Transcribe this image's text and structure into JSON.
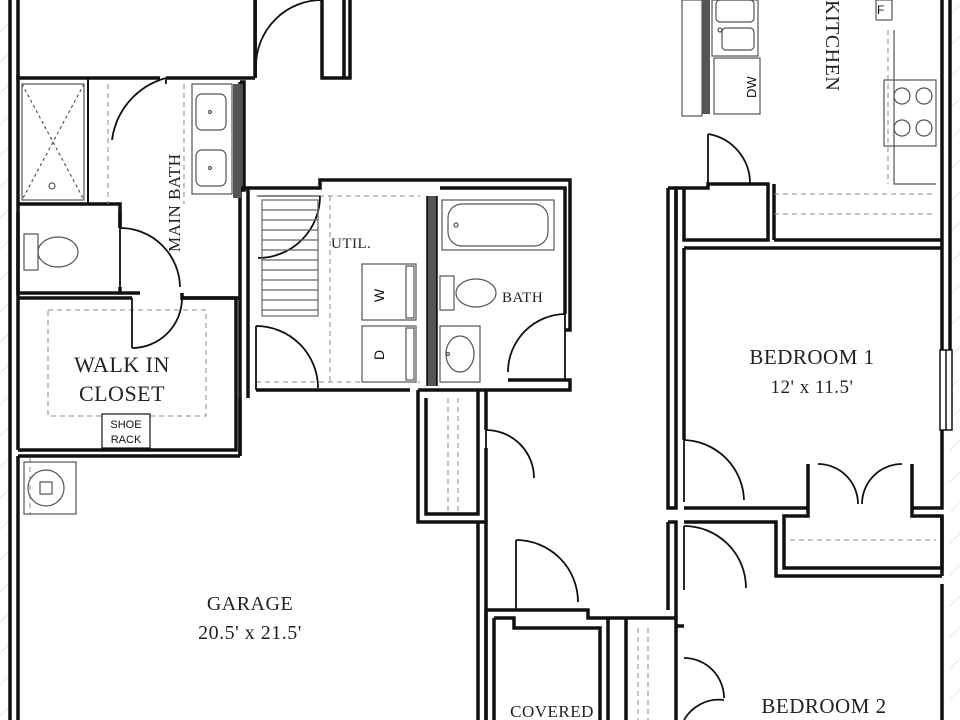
{
  "labels": {
    "main_bath": "MAIN BATH",
    "util": "UTIL.",
    "bath": "BATH",
    "washer": "W",
    "dryer": "D",
    "dishwasher": "DW",
    "kitchen": "KITCHEN",
    "fridge": "F",
    "walk_in_closet_line1": "WALK IN",
    "walk_in_closet_line2": "CLOSET",
    "shoe_rack_line1": "SHOE",
    "shoe_rack_line2": "RACK",
    "bedroom1_name": "BEDROOM 1",
    "bedroom1_size": "12' x 11.5'",
    "garage_name": "GARAGE",
    "garage_size": "20.5' x 21.5'",
    "covered": "COVERED",
    "bedroom2_name": "BEDROOM 2"
  },
  "colors": {
    "wall": "#111111",
    "fixture": "#555555",
    "dashed": "#888888",
    "wall_accent": "#555555",
    "hatch": "#c8c8c8"
  }
}
